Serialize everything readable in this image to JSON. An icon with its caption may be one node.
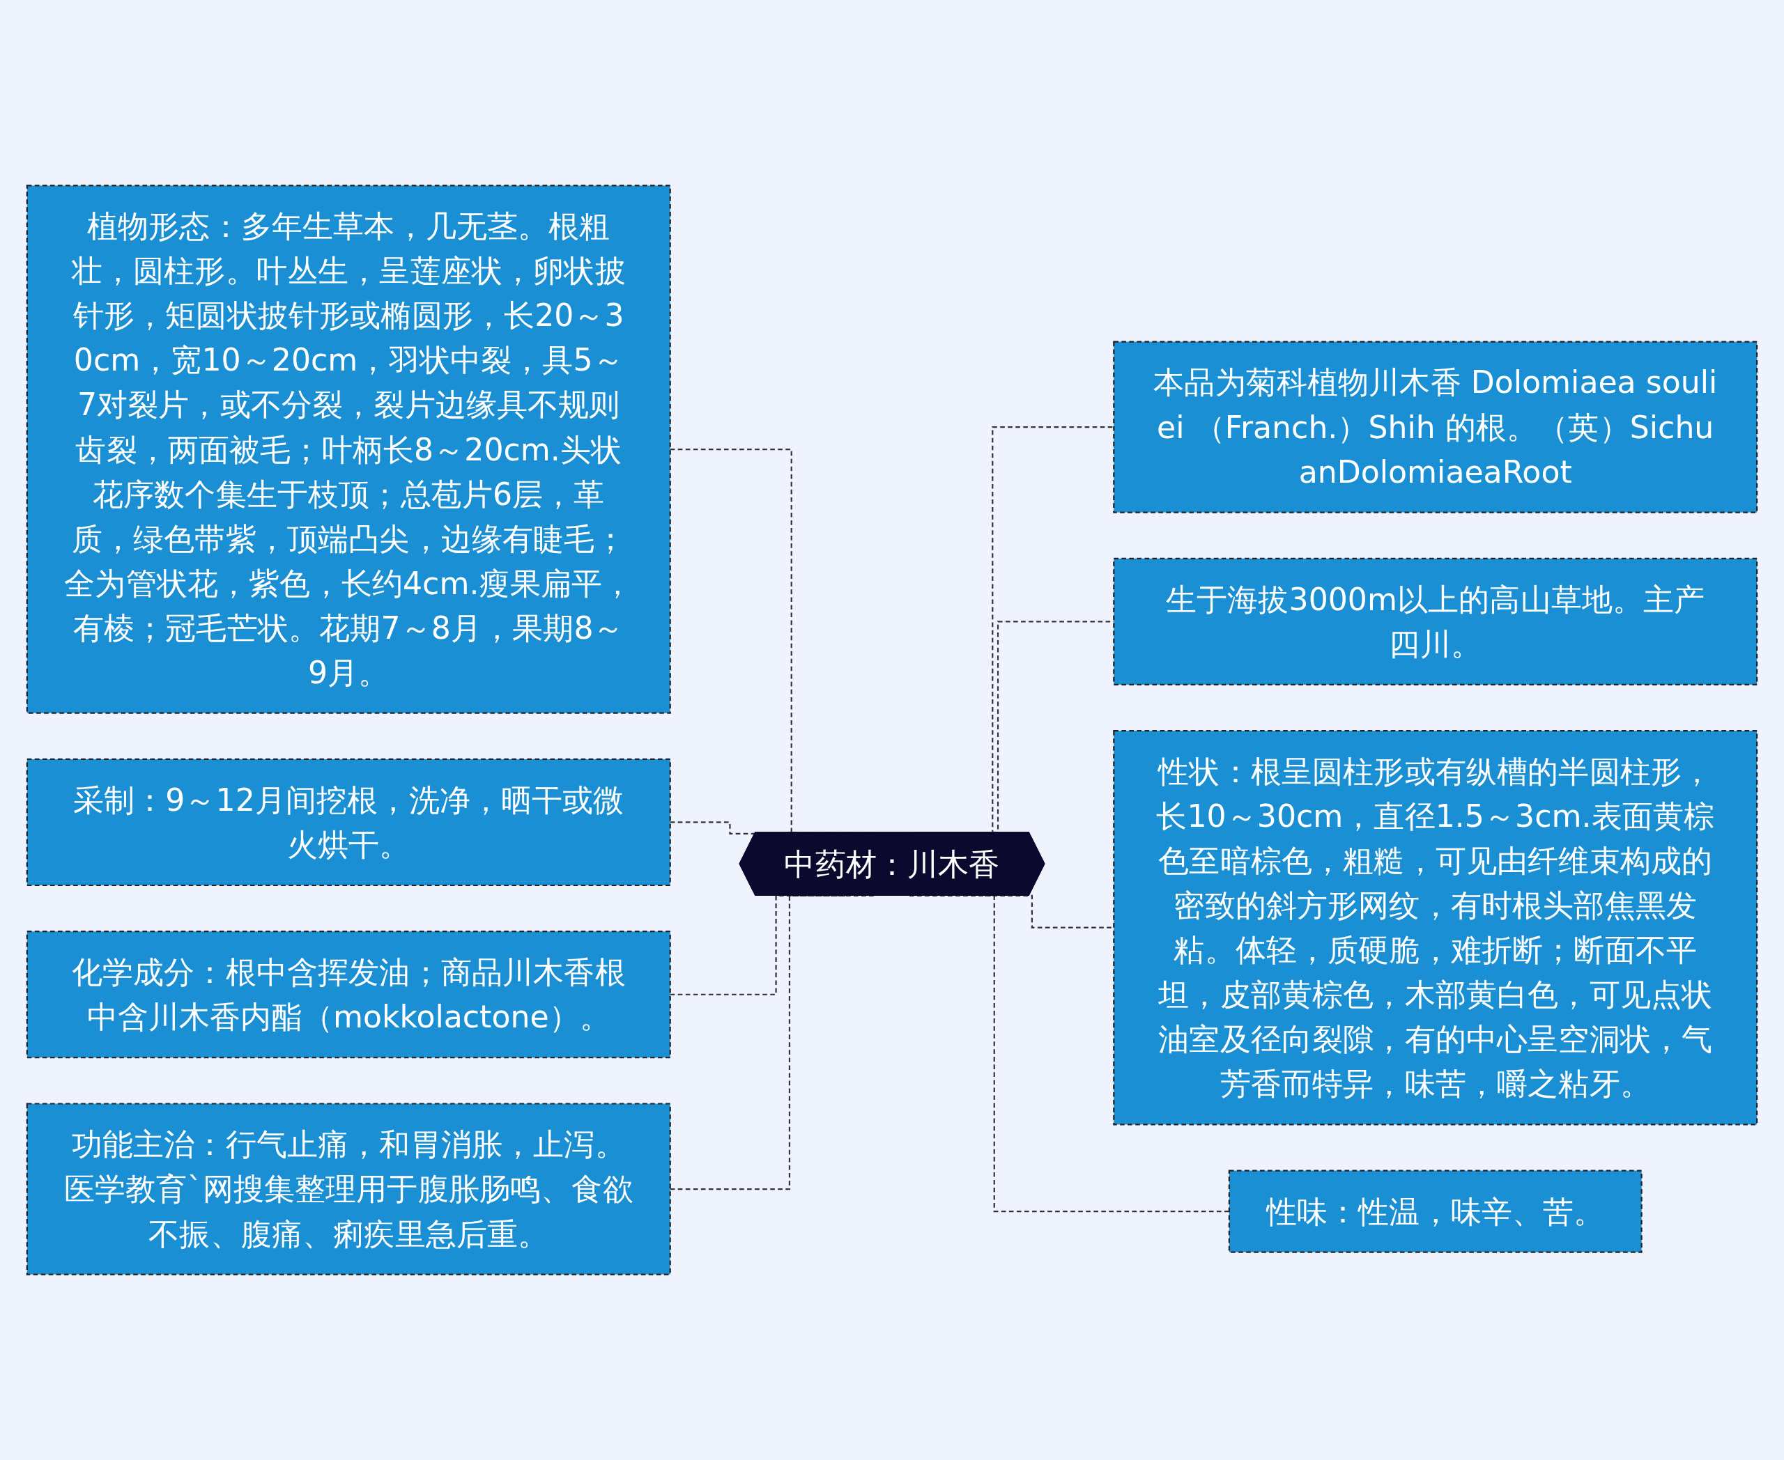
{
  "diagram": {
    "nodes": [
      {
        "text": [
          "中药材：川木香"
        ]
      },
      {
        "text": [
          "植物形态：多年生草本，几无茎。根粗壮，圆柱形。叶丛生，呈莲座状，卵状披针形，矩圆状披针形或椭圆形，长20～30cm，宽10～20cm，羽状中裂，具5～7对裂片，或不分裂，裂片边缘具不规则齿裂，两面被毛；叶柄长8～20cm.头状花序数个集生于枝顶；总苞片6层，革质，绿色带紫，顶端凸尖，边缘有睫毛；全为管状花，紫色，长约4cm.瘦果扁平，有棱；冠毛芒状。花期7～8月，果期8～9月。"
        ]
      },
      {
        "text": [
          "采制：9～12月间挖根，洗净，晒干或微火烘干。"
        ]
      },
      {
        "text": [
          "化学成分：根中含挥发油；商品川木香根中含川木香内酯（mokkolactone）。"
        ]
      },
      {
        "text": [
          "功能主治：行气止痛，和胃消胀，止泻。医学教育`网搜集整理用于腹胀肠鸣、食欲不振、腹痛、痢疾里急后重。"
        ]
      },
      {
        "text": [
          "本品为菊科植物川木香 Dolomiaea souliei （Franch.）Shih 的根。（英）SichuanDolomiaeaRoot"
        ]
      },
      {
        "text": [
          "生于海拔3000m以上的高山草地。主产四川。"
        ]
      },
      {
        "text": [
          "性状：根呈圆柱形或有纵槽的半圆柱形，长10～30cm，直径1.5～3cm.表面黄棕色至暗棕色，粗糙，可见由纤维束构成的密致的斜方形网纹，有时根头部焦黑发粘。体轻，质硬脆，难折断；断面不平坦，皮部黄棕色，木部黄白色，可见点状油室及径向裂隙，有的中心呈空洞状，气芳香而特异，味苦，嚼之粘牙。"
        ]
      },
      {
        "text": [
          "性味：性温，味辛、苦。"
        ]
      }
    ],
    "edges": [
      {
        "from": 0,
        "to": 1,
        "arrow": "none",
        "style": "dashed"
      },
      {
        "from": 0,
        "to": 2,
        "arrow": "none",
        "style": "dashed"
      },
      {
        "from": 0,
        "to": 3,
        "arrow": "none",
        "style": "dashed"
      },
      {
        "from": 0,
        "to": 4,
        "arrow": "none",
        "style": "dashed"
      },
      {
        "from": 0,
        "to": 5,
        "arrow": "none",
        "style": "dashed"
      },
      {
        "from": 0,
        "to": 6,
        "arrow": "none",
        "style": "dashed"
      },
      {
        "from": 0,
        "to": 7,
        "arrow": "none",
        "style": "dashed"
      },
      {
        "from": 0,
        "to": 8,
        "arrow": "none",
        "style": "dashed"
      }
    ]
  }
}
